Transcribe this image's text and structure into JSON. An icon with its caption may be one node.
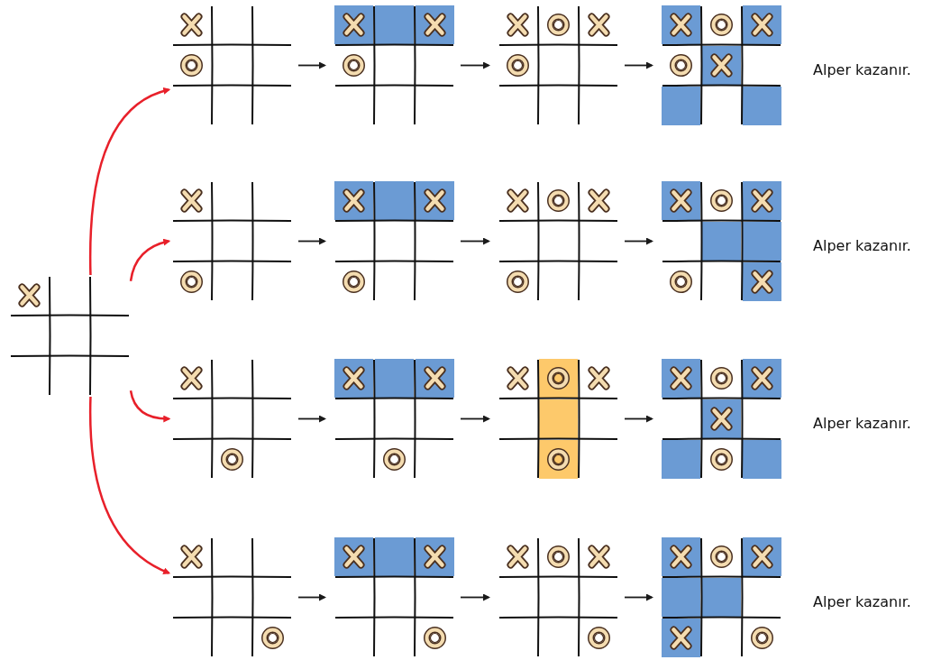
{
  "diagram": {
    "nodes": [
      {
        "text": [],
        "shape": "grid"
      },
      {
        "text": [],
        "shape": "grid"
      },
      {
        "text": [],
        "shape": "grid"
      },
      {
        "text": [],
        "shape": "grid"
      },
      {
        "text": [],
        "shape": "grid",
        "beside": [
          "Alper kazanır."
        ]
      },
      {
        "text": [],
        "shape": "grid"
      },
      {
        "text": [],
        "shape": "grid"
      },
      {
        "text": [],
        "shape": "grid"
      },
      {
        "text": [],
        "shape": "grid",
        "beside": [
          "Alper kazanır."
        ]
      },
      {
        "text": [],
        "shape": "grid"
      },
      {
        "text": [],
        "shape": "grid"
      },
      {
        "text": [],
        "shape": "grid"
      },
      {
        "text": [],
        "shape": "grid",
        "beside": [
          "Alper kazanır."
        ]
      },
      {
        "text": [],
        "shape": "grid"
      },
      {
        "text": [],
        "shape": "grid"
      },
      {
        "text": [],
        "shape": "grid"
      },
      {
        "text": [],
        "shape": "grid",
        "beside": [
          "Alper kazanır."
        ]
      }
    ],
    "edges": [
      {
        "from": 0,
        "to": 1,
        "arrow": "to",
        "color": "#e8202a"
      },
      {
        "from": 0,
        "to": 5,
        "arrow": "to",
        "color": "#e8202a"
      },
      {
        "from": 0,
        "to": 9,
        "arrow": "to",
        "color": "#e8202a"
      },
      {
        "from": 0,
        "to": 13,
        "arrow": "to",
        "color": "#e8202a"
      },
      {
        "from": 1,
        "to": 2,
        "arrow": "to"
      },
      {
        "from": 2,
        "to": 3,
        "arrow": "to"
      },
      {
        "from": 3,
        "to": 4,
        "arrow": "to"
      },
      {
        "from": 5,
        "to": 6,
        "arrow": "to"
      },
      {
        "from": 6,
        "to": 7,
        "arrow": "to"
      },
      {
        "from": 7,
        "to": 8,
        "arrow": "to"
      },
      {
        "from": 9,
        "to": 10,
        "arrow": "to"
      },
      {
        "from": 10,
        "to": 11,
        "arrow": "to"
      },
      {
        "from": 11,
        "to": 12,
        "arrow": "to"
      },
      {
        "from": 13,
        "to": 14,
        "arrow": "to"
      },
      {
        "from": 14,
        "to": 15,
        "arrow": "to"
      },
      {
        "from": 15,
        "to": 16,
        "arrow": "to"
      }
    ]
  }
}
